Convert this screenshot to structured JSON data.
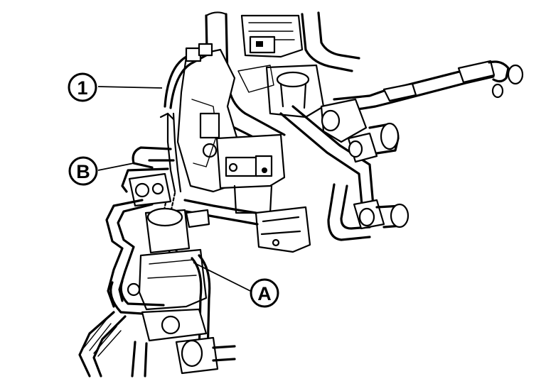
{
  "callouts": [
    {
      "id": "1",
      "label": "1"
    },
    {
      "id": "B",
      "label": "B"
    },
    {
      "id": "A",
      "label": "A"
    }
  ]
}
